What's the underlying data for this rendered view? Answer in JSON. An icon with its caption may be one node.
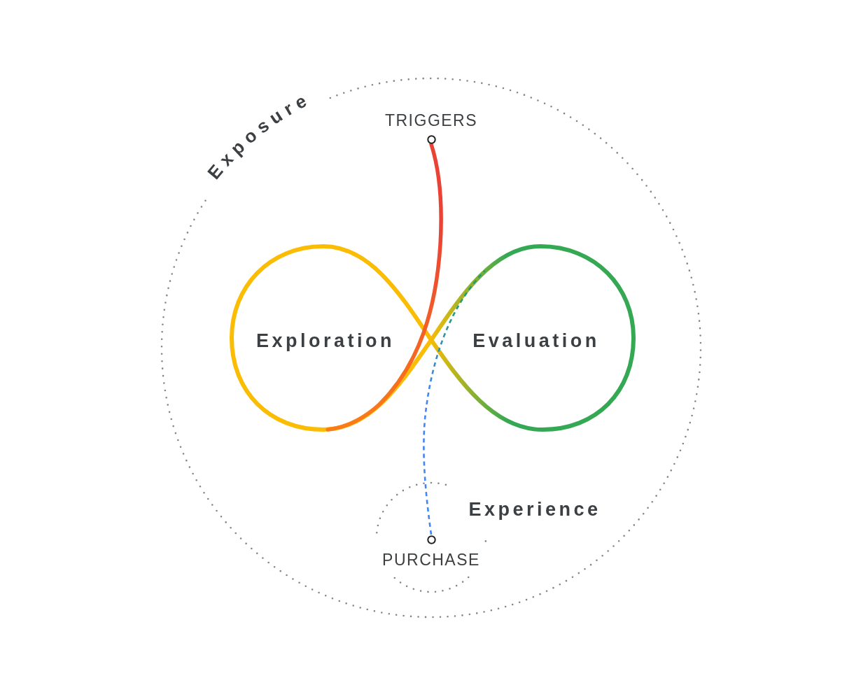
{
  "diagram": {
    "nodes": [
      {
        "text": [
          "Exposure"
        ]
      },
      {
        "text": [
          "TRIGGERS"
        ],
        "in": 0
      },
      {
        "text": [
          "Exploration"
        ],
        "in": 0
      },
      {
        "text": [
          "Evaluation"
        ],
        "in": 0
      },
      {
        "text": [
          "Experience"
        ],
        "in": 0
      },
      {
        "text": [
          "PURCHASE"
        ],
        "in": 4
      }
    ],
    "edges": [
      {
        "from": 1,
        "to": 2,
        "arrow": "none",
        "color": "#ea4335"
      },
      {
        "from": 5,
        "to": 3,
        "arrow": "none",
        "style": "dashed",
        "color": "#4285f4"
      }
    ]
  }
}
